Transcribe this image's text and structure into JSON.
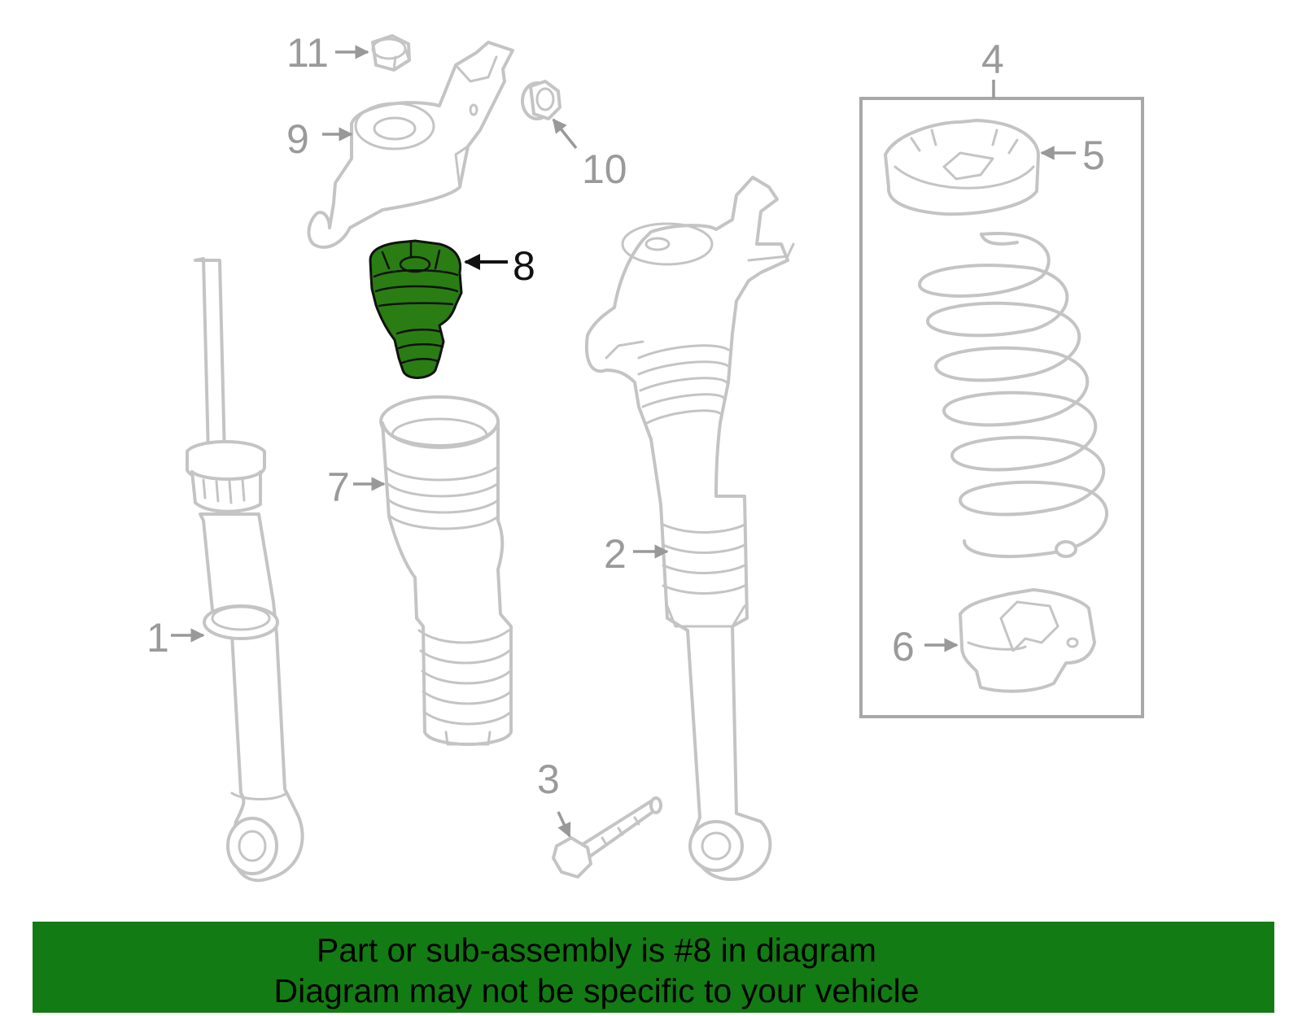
{
  "diagram": {
    "highlighted_part": "8",
    "highlight_color": "#2a7d12",
    "callouts": {
      "c1": "1",
      "c2": "2",
      "c3": "3",
      "c4": "4",
      "c5": "5",
      "c6": "6",
      "c7": "7",
      "c8": "8",
      "c9": "9",
      "c10": "10",
      "c11": "11"
    }
  },
  "caption": {
    "line1": "Part or sub-assembly is #8 in diagram",
    "line2": "Diagram may not be specific to your vehicle",
    "background": "#137b13"
  }
}
